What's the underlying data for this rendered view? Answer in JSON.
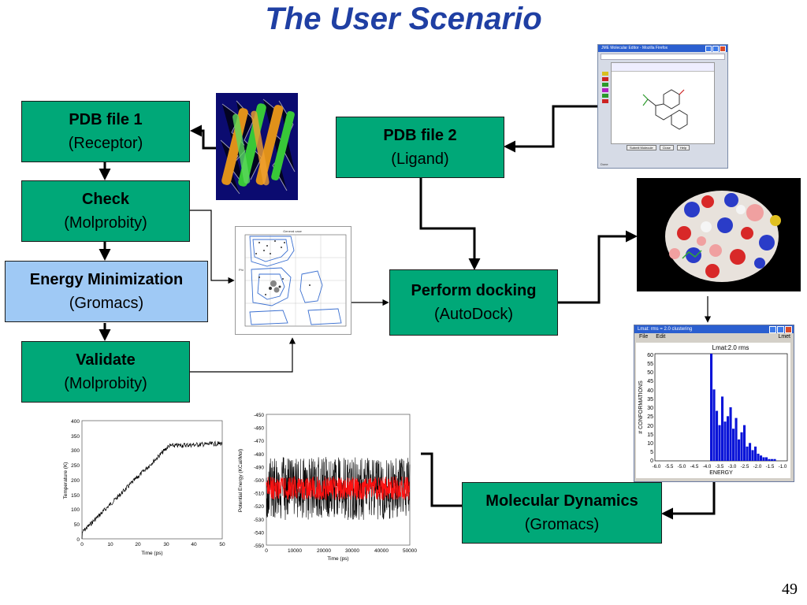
{
  "title": "The User Scenario",
  "boxes": {
    "pdb1": {
      "label": "PDB file 1",
      "sub": "(Receptor)"
    },
    "check": {
      "label": "Check",
      "sub": "(Molprobity)"
    },
    "energy": {
      "label": "Energy Minimization",
      "sub": "(Gromacs)"
    },
    "validate": {
      "label": "Validate",
      "sub": "(Molprobity)"
    },
    "pdb2": {
      "label": "PDB file 2",
      "sub": "(Ligand)"
    },
    "docking": {
      "label": "Perform docking",
      "sub": "(AutoDock)"
    },
    "md": {
      "label": "Molecular Dynamics",
      "sub": "(Gromacs)"
    }
  },
  "editor_window": {
    "title": "JME Molecular Editor - Mozilla Firefox",
    "buttons": [
      "Submit Molecule",
      "Close",
      "Help"
    ],
    "status": "Done"
  },
  "ramachandran": {
    "title": "General case",
    "label": "Phi"
  },
  "histogram_window": {
    "title": "Lmat: rms = 2.0 clustering",
    "menu_file": "File",
    "menu_edit": "Edit",
    "menu_right": "Lmet",
    "plot_title": "Lmat:2.0 rms",
    "xlabel": "ENERGY",
    "ylabel": "# CONFORMATIONS",
    "y_ticks": [
      "60",
      "55",
      "50",
      "45",
      "40",
      "35",
      "30",
      "25",
      "20",
      "15",
      "10",
      "5",
      "0"
    ],
    "x_ticks": [
      "-6.0",
      "-5.5",
      "-5.0",
      "-4.5",
      "-4.0",
      "-3.5",
      "-3.0",
      "-2.5",
      "-2.0",
      "-1.5",
      "-1.0"
    ]
  },
  "temp_plot": {
    "ylabel": "Temperature (K)",
    "xlabel": "Time (ps)",
    "y_ticks": [
      "400",
      "350",
      "300",
      "250",
      "200",
      "150",
      "100",
      "50",
      "0"
    ],
    "x_ticks": [
      "0",
      "10",
      "20",
      "30",
      "40",
      "50"
    ]
  },
  "energy_plot": {
    "ylabel": "Potential Energy (KCal/Mol)",
    "xlabel": "Time (ps)",
    "y_ticks": [
      "-450",
      "-460",
      "-470",
      "-480",
      "-490",
      "-500",
      "-510",
      "-520",
      "-530",
      "-540",
      "-550"
    ],
    "x_ticks": [
      "0",
      "10000",
      "20000",
      "30000",
      "40000",
      "50000"
    ]
  },
  "page_number": "49",
  "colors": {
    "title": "#1f3fa3",
    "green_box": "#00a878",
    "blue_box": "#9fc9f5"
  }
}
